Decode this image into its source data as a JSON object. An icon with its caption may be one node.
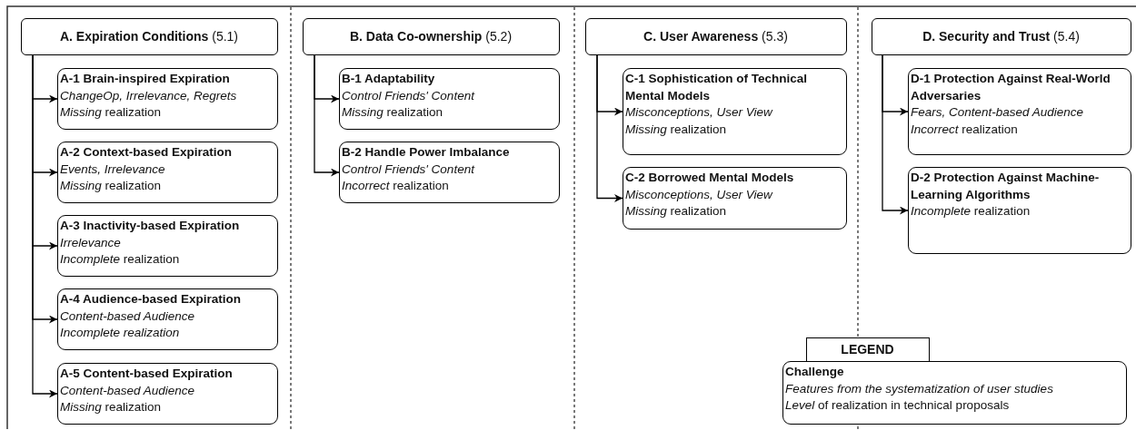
{
  "diagram": {
    "nodes": [
      {
        "text": [
          "**A. Expiration Conditions** (5.1)"
        ]
      },
      {
        "text": [
          "A-1 Brain-inspired Expiration",
          "ChangeOp, Irrelevance, Regrets",
          "*Missing* realization"
        ]
      },
      {
        "text": [
          "A-2 Context-based Expiration",
          "Events, Irrelevance",
          "*Missing* realization"
        ]
      },
      {
        "text": [
          "A-3 Inactivity-based Expiration",
          "Irrelevance",
          "*Incomplete* realization"
        ]
      },
      {
        "text": [
          "A-4 Audience-based Expiration",
          "Content-based Audience",
          "*Incomplete realization*"
        ]
      },
      {
        "text": [
          "A-5 Content-based Expiration",
          "Content-based Audience",
          "*Missing* realization"
        ]
      },
      {
        "text": [
          "**B. Data Co-ownership** (5.2)"
        ]
      },
      {
        "text": [
          "B-1 Adaptability",
          "Control Friends' Content",
          "*Missing* realization"
        ]
      },
      {
        "text": [
          "B-2 Handle Power Imbalance",
          "Control Friends' Content",
          "*Incorrect* realization"
        ]
      },
      {
        "text": [
          "**C. User Awareness** (5.3)"
        ]
      },
      {
        "text": [
          "C-1 Sophistication of Technical Mental Models",
          "Misconceptions, User View",
          "*Missing* realization"
        ]
      },
      {
        "text": [
          "C-2 Borrowed Mental Models",
          "Misconceptions, User View",
          "*Missing* realization"
        ]
      },
      {
        "text": [
          "**D. Security and Trust** (5.4)"
        ]
      },
      {
        "text": [
          "D-1 Protection Against Real-World Adversaries",
          "Fears, Content-based Audience",
          "*Incorrect* realization"
        ]
      },
      {
        "text": [
          "D-2 Protection Against Machine-Learning Algorithms",
          "*Incomplete* realization"
        ]
      },
      {
        "text": [
          "LEGEND"
        ]
      },
      {
        "text": [
          "Challenge",
          "Features from the systematization of user studies",
          "*Level* of realization in technical proposals"
        ]
      }
    ],
    "edges": [
      {
        "from": 0,
        "to": 1,
        "arrow": "to"
      },
      {
        "from": 0,
        "to": 2,
        "arrow": "to"
      },
      {
        "from": 0,
        "to": 3,
        "arrow": "to"
      },
      {
        "from": 0,
        "to": 4,
        "arrow": "to"
      },
      {
        "from": 0,
        "to": 5,
        "arrow": "to"
      },
      {
        "from": 6,
        "to": 7,
        "arrow": "to"
      },
      {
        "from": 6,
        "to": 8,
        "arrow": "to"
      },
      {
        "from": 9,
        "to": 10,
        "arrow": "to"
      },
      {
        "from": 9,
        "to": 11,
        "arrow": "to"
      },
      {
        "from": 12,
        "to": 13,
        "arrow": "to"
      },
      {
        "from": 12,
        "to": 14,
        "arrow": "to"
      }
    ]
  }
}
